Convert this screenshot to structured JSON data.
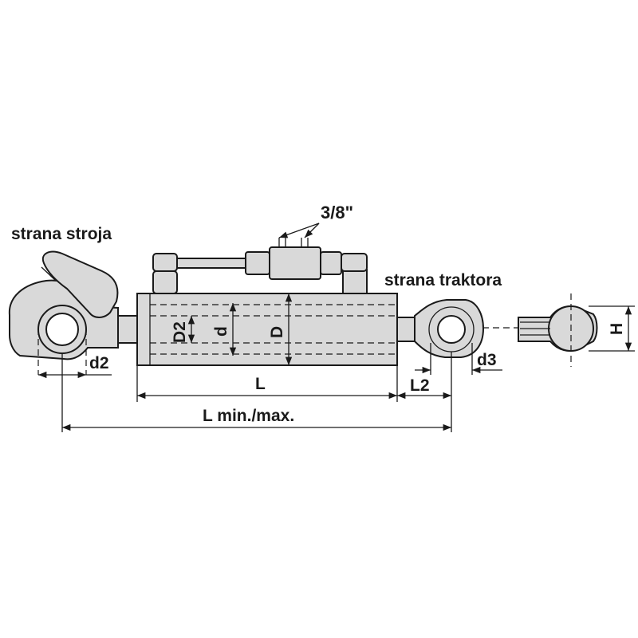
{
  "labels": {
    "machine_side": "strana stroja",
    "tractor_side": "strana traktora",
    "thread": "3/8\"",
    "d2": "d2",
    "D2": "D2",
    "d": "d",
    "D": "D",
    "L": "L",
    "L2": "L2",
    "d3": "d3",
    "H": "H",
    "L_minmax": "L min./max."
  },
  "colors": {
    "fill": "#d9d9d9",
    "stroke": "#1a1a1a"
  }
}
